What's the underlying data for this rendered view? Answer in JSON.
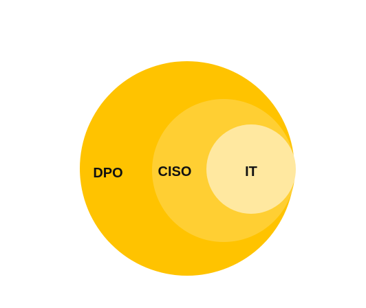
{
  "diagram": {
    "type": "nested-circles",
    "circles": [
      {
        "id": "outer",
        "label": "DPO",
        "color": "#FFC300"
      },
      {
        "id": "middle",
        "label": "CISO",
        "color": "#FFCF33"
      },
      {
        "id": "inner",
        "label": "IT",
        "color": "#FFE8A0"
      }
    ]
  }
}
